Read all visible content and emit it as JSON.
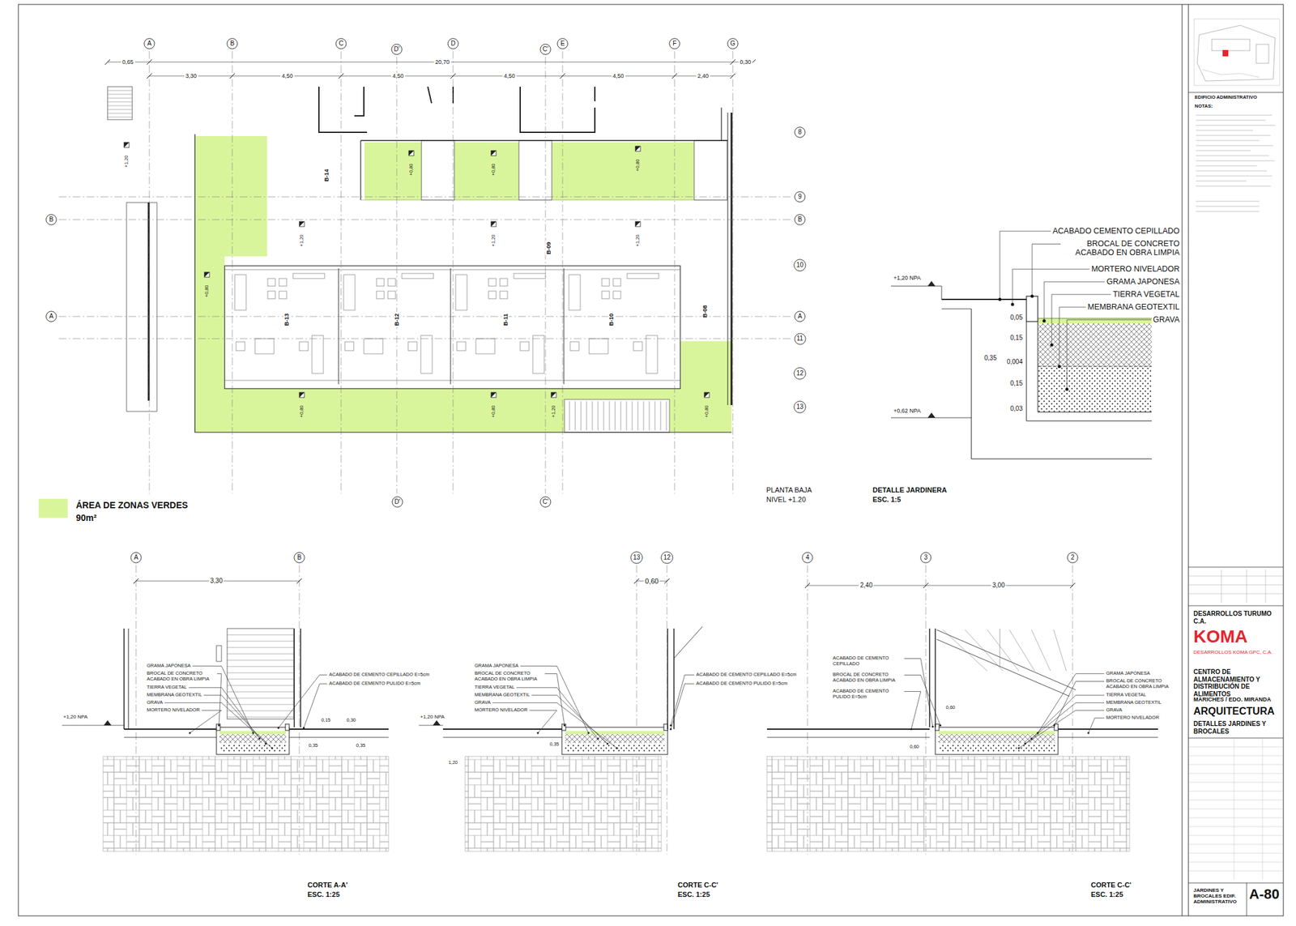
{
  "diagram": {
    "nodes": [
      {
        "text": [
          "A"
        ]
      },
      {
        "text": [
          "B"
        ]
      },
      {
        "text": [
          "C"
        ]
      },
      {
        "text": [
          "D'"
        ]
      },
      {
        "text": [
          "D"
        ]
      },
      {
        "text": [
          "C'"
        ]
      },
      {
        "text": [
          "E"
        ]
      },
      {
        "text": [
          "F"
        ]
      },
      {
        "text": [
          "G"
        ]
      },
      {
        "text": [
          "8"
        ]
      },
      {
        "text": [
          "9"
        ]
      },
      {
        "text": [
          "B"
        ]
      },
      {
        "text": [
          "10"
        ]
      },
      {
        "text": [
          "A"
        ]
      },
      {
        "text": [
          "11"
        ]
      },
      {
        "text": [
          "12"
        ]
      },
      {
        "text": [
          "13"
        ]
      },
      {
        "text": [
          "B"
        ]
      },
      {
        "text": [
          "A"
        ]
      },
      {
        "text": [
          "D'"
        ]
      },
      {
        "text": [
          "C'"
        ]
      },
      {
        "text": [
          "A"
        ]
      },
      {
        "text": [
          "B"
        ]
      },
      {
        "text": [
          "13"
        ]
      },
      {
        "text": [
          "12"
        ]
      },
      {
        "text": [
          "4"
        ]
      },
      {
        "text": [
          "3"
        ]
      },
      {
        "text": [
          "2"
        ]
      }
    ],
    "labels": [
      "0,65",
      "20,70",
      "0,30",
      "3,30",
      "4,50",
      "4,50",
      "4,50",
      "4,50",
      "2,40",
      "B-14",
      "B-13",
      "B-12",
      "B-11",
      "B-10",
      "B-09",
      "B-08",
      "+1,20",
      "+0,80",
      "+1,20",
      "+0,80",
      "+0,80",
      "+0,80",
      "+1,20",
      "+1,20",
      "+0,80",
      "+0,80",
      "+1,20",
      "+0,80",
      "90m²",
      "PLANTA BAJA",
      "NIVEL +1.20",
      "DETALLE JARDINERA",
      "ESC. 1:5",
      "ACABADO CEMENTO CEPILLADO",
      "BROCAL DE CONCRETO ACABADO EN OBRA LIMPIA",
      "MORTERO NIVELADOR",
      "GRAMA JAPONESA",
      "TIERRA VEGETAL",
      "MEMBRANA GEOTEXTIL",
      "GRAVA",
      "+1,20 NPA",
      "+0,62 NPA",
      "0,05",
      "0,15",
      "0,35",
      "0,004",
      "0,15",
      "0,03",
      "3,30",
      "+1,20 NPA",
      "GRAMA JAPONESA",
      "BROCAL DE CONCRETO ACABADO EN OBRA LIMPIA",
      "TIERRA VEGETAL",
      "MEMBRANA GEOTEXTIL",
      "GRAVA",
      "MORTERO NIVELADOR",
      "ACABADO DE CEMENTO CEPILLADO E=5cm",
      "ACABADO DE CEMENTO PULIDO E=5cm",
      "0,15",
      "0,35",
      "0,30",
      "0,35",
      "CORTE A-A'",
      "ESC. 1:25",
      "0,60",
      "+1,20 NPA",
      "GRAMA JAPONESA",
      "BROCAL DE CONCRETO ACABADO EN OBRA LIMPIA",
      "TIERRA VEGETAL",
      "MEMBRANA GEOTEXTIL",
      "GRAVA",
      "MORTERO NIVELADOR",
      "ACABADO DE CEMENTO CEPILLADO E=5cm",
      "ACABADO DE CEMENTO PULIDO E=5cm",
      "0,35",
      "1,20",
      "CORTE C-C'",
      "ESC. 1:25",
      "2,40",
      "3,00",
      "ACABADO DE CEMENTO CEPILLADO",
      "BROCAL DE CONCRETO ACABADO EN OBRA LIMPIA",
      "ACABADO DE CEMENTO PULIDO E=5cm",
      "GRAMA JAPONESA",
      "BROCAL DE CONCRETO ACABADO EN OBRA LIMPIA",
      "TIERRA VEGETAL",
      "MEMBRANA GEOTEXTIL",
      "GRAVA",
      "MORTERO NIVELADOR",
      "0,60",
      "0,60",
      "CORTE C-C'",
      "ESC. 1:25",
      "EDIFICIO ADMINISTRATIVO",
      "NOTAS:",
      "DESARROLLOS TURUMO C.A.",
      "KOMA",
      "DESARROLLOS KOMA GPC, C.A.",
      "CENTRO DE ALMACENAMIENTO Y DISTRIBUCIÓN DE ALIMENTOS",
      "MARICHES / EDO. MIRANDA",
      "ARQUITECTURA",
      "DETALLES JARDINES Y BROCALES",
      "JARDINES Y BROCALES EDIF. ADMINISTRATIVO",
      "A-80"
    ],
    "legend": [
      {
        "text": "ÁREA DE ZONAS VERDES",
        "color": "#d9f59c"
      }
    ]
  }
}
